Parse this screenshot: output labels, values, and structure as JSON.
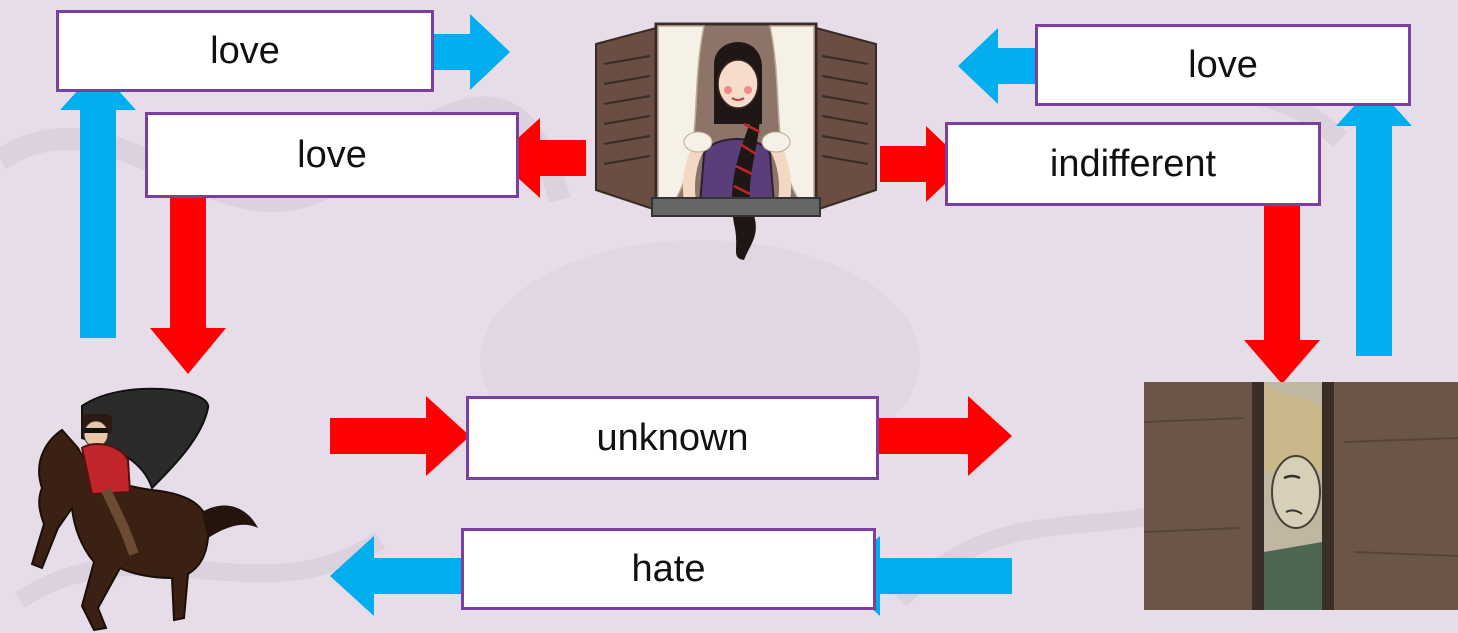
{
  "colors": {
    "love_arrow": "#00aeef",
    "other_arrow": "#ff0000",
    "box_border": "#7a3fa0",
    "background": "#e6dde8"
  },
  "characters": {
    "top": "woman-at-window",
    "left": "highwayman-on-horse",
    "right": "ostler-peeking-through-door"
  },
  "labels": {
    "top_left_outer": "love",
    "top_left_inner": "love",
    "top_right_outer": "love",
    "top_right_inner": "indifferent",
    "bottom_forward": "unknown",
    "bottom_back": "hate"
  }
}
